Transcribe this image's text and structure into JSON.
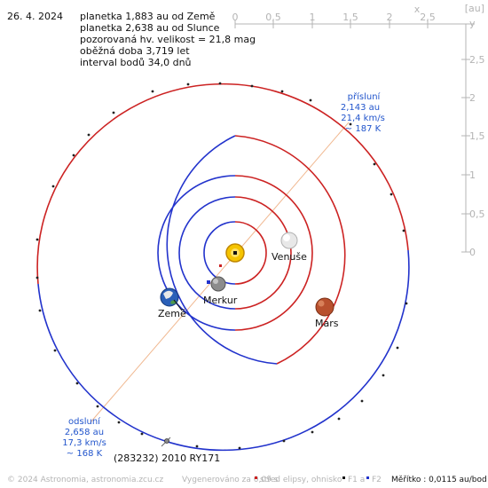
{
  "header": {
    "date": "26. 4. 2024",
    "lines": [
      "planetka 1,883 au od Země",
      "planetka 2,638 au od Slunce",
      "pozorovaná hv. velikost = 21,8 mag",
      "oběžná doba 3,719 let",
      "interval bodů 34,0 dnů"
    ]
  },
  "axes": {
    "x_ticks": [
      "0",
      "0,5",
      "1",
      "1,5",
      "2",
      "2,5"
    ],
    "x_label": "x",
    "unit_label": "[au]",
    "y_ticks": [
      "2,5",
      "2",
      "1,5",
      "1",
      "0,5",
      "0"
    ],
    "y_label": "y"
  },
  "perihelion": {
    "label": "přísluní",
    "distance": "2,143 au",
    "speed": "21,4 km/s",
    "temperature": "~ 187 K"
  },
  "aphelion": {
    "label": "odsluní",
    "distance": "2,658 au",
    "speed": "17,3 km/s",
    "temperature": "~ 168 K"
  },
  "bodies": {
    "sun": "Slunce",
    "mercury": "Merkur",
    "venus": "Venuše",
    "earth": "Země",
    "mars": "Mars"
  },
  "asteroid_name": "(283232) 2010 RY171",
  "footer": {
    "copyright": "© 2024 Astronomia, astronomia.zcu.cz",
    "generated": "Vygenerováno za 0,09 s",
    "legend_center": "střed elipsy, ohnisko",
    "legend_f1": "F1 a",
    "legend_f2": "F2",
    "scale": "Měřítko : 0,0115 au/bod"
  },
  "colors": {
    "orbit_red": "#cc2222",
    "orbit_blue": "#2233cc",
    "label_blue": "#2255cc",
    "axis_gray": "#b4b4b4",
    "line_axis": "#f0b890"
  }
}
